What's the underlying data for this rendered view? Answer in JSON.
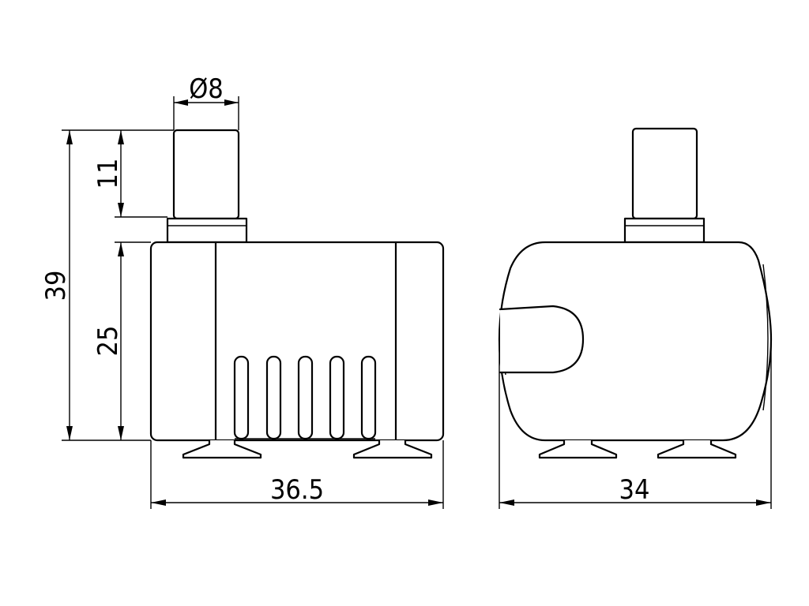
{
  "diagram": {
    "dimensions": {
      "stem_diameter": "Ø8",
      "stem_height": "11",
      "total_height": "39",
      "body_height": "25",
      "front_width": "36.5",
      "side_width": "34"
    },
    "colors": {
      "line": "#000000",
      "background": "#ffffff"
    }
  }
}
